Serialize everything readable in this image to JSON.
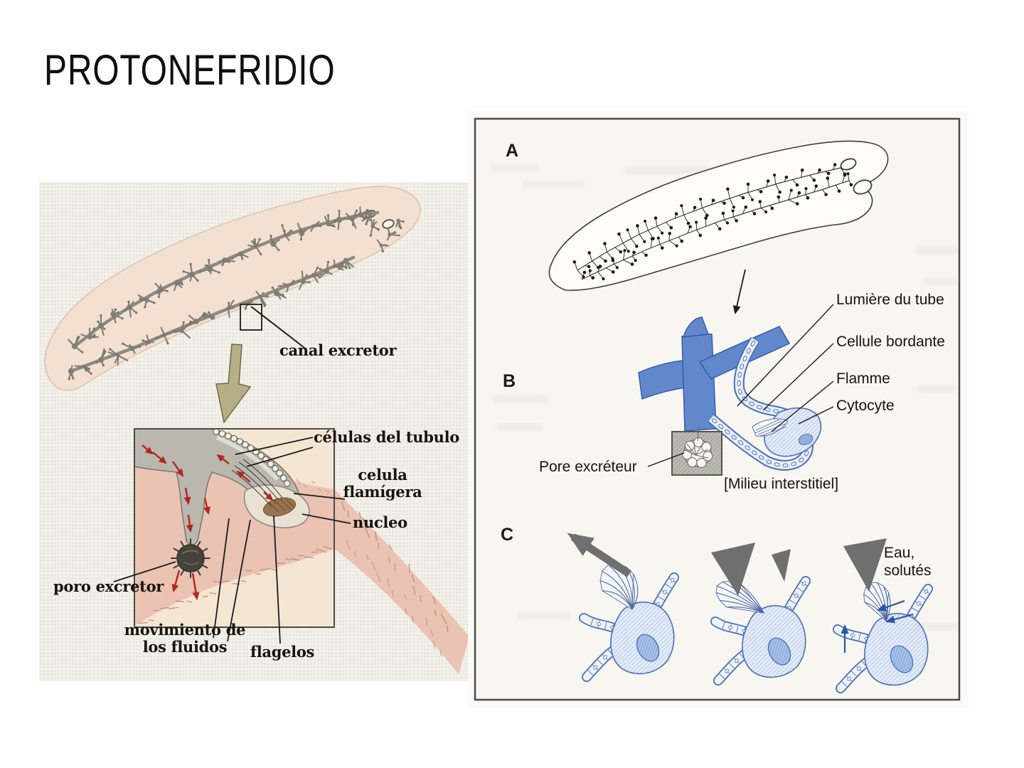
{
  "slide": {
    "title": "PROTONEFRIDIO"
  },
  "left": {
    "labels": {
      "canal_excretor": "canal excretor",
      "celulas_tubulo": "células del tubulo",
      "celula": "celula",
      "flamigera": "flamígera",
      "nucleo": "nucleo",
      "poro_excretor": "poro excretor",
      "movimiento": "movimiento de",
      "fluidos": "los fluidos",
      "flagelos": "flagelos"
    }
  },
  "right": {
    "panels": {
      "a": "A",
      "b": "B",
      "c": "C"
    },
    "labels": {
      "lumiere": "Lumière du tube",
      "cellule_bordante": "Cellule bordante",
      "flamme": "Flamme",
      "cytocyte": "Cytocyte",
      "pore_excreteur": "Pore excréteur",
      "milieu": "[Milieu interstitiel]",
      "eau": "Eau,",
      "solutes": "solutés"
    }
  },
  "palette": {
    "planaria_body": "#f3e0d0",
    "canal_gray": "#8d8b83",
    "skin_pink": "#eac3b2",
    "olive_arrow": "#b6ae85",
    "tube_blue": "#6288cc",
    "cell_blue": "#e3ebf7",
    "arrow_gray": "#6f6f6f",
    "arrow_blue": "#2b55a8",
    "flow_red": "#b3261e"
  }
}
